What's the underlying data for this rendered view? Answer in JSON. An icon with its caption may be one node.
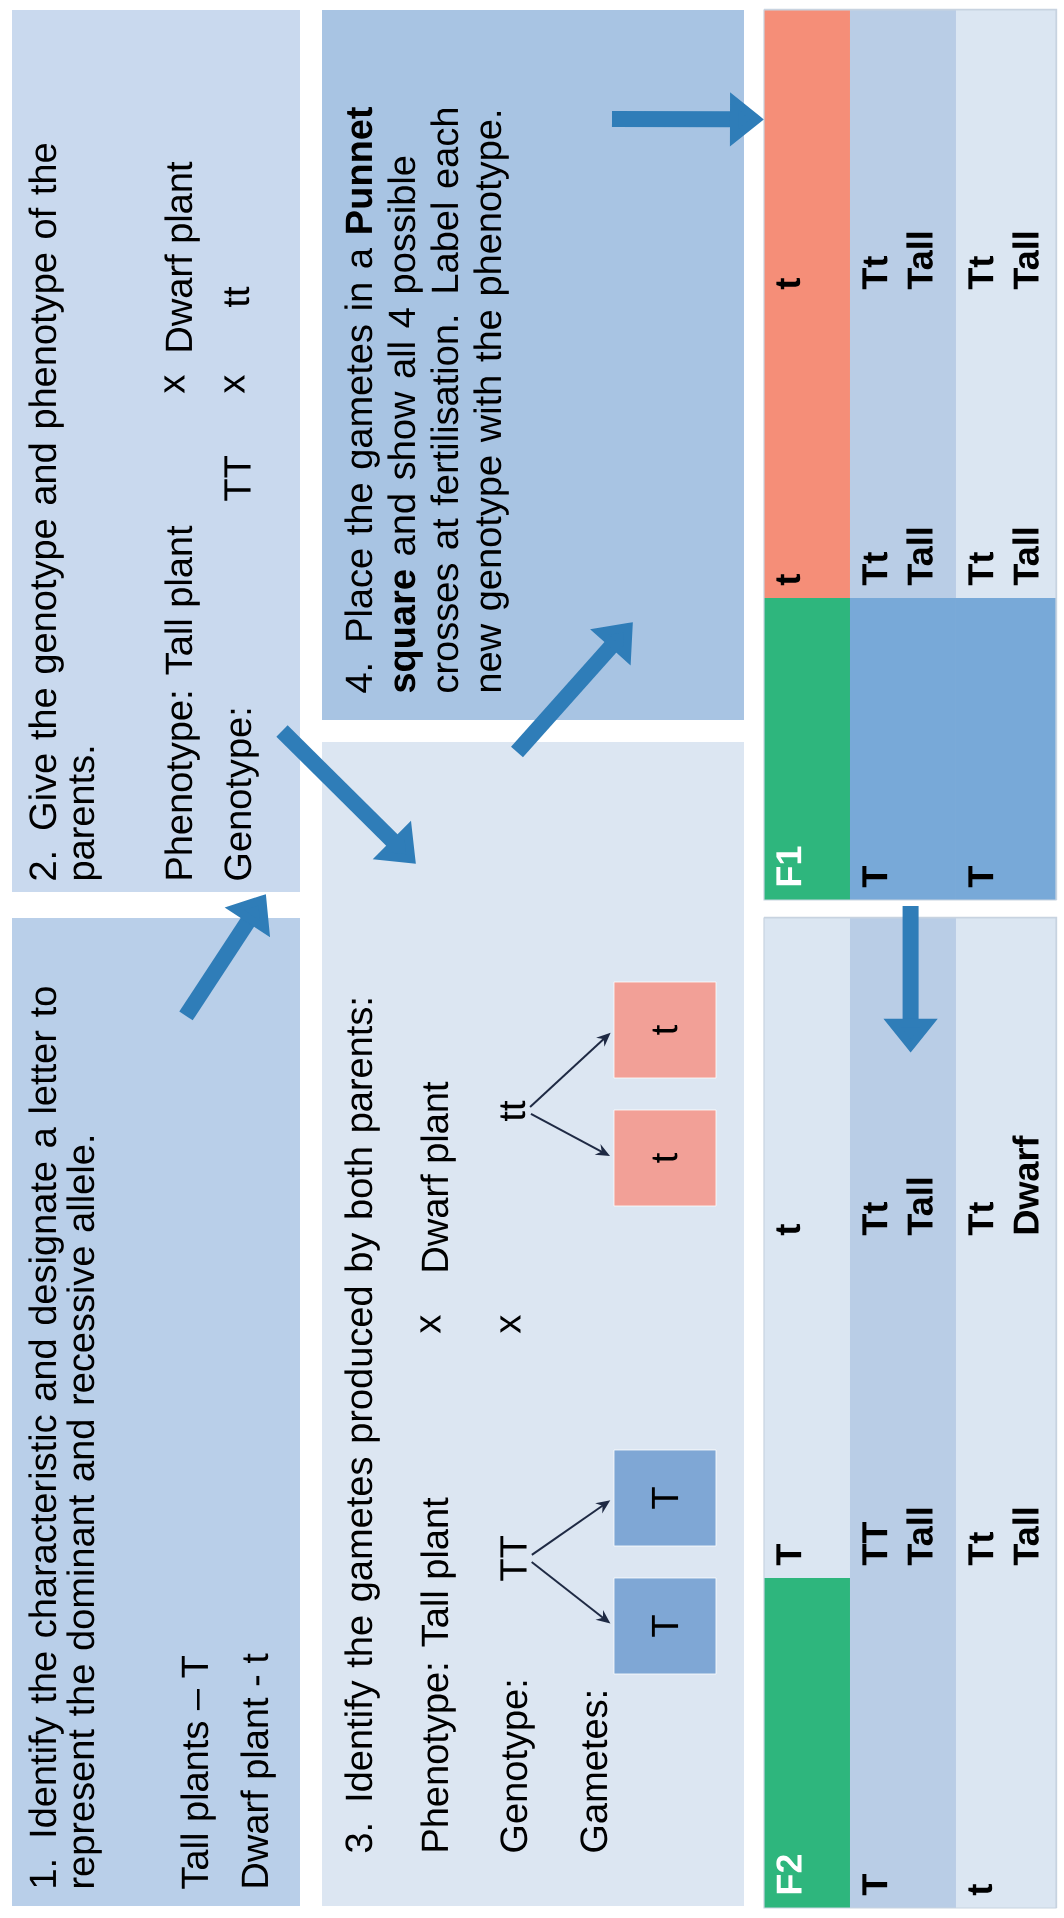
{
  "diagram": {
    "nodes": [
      {
        "text": [
          "1. Identify the characteristic and designate a letter to represent the dominant and recessive allele.",
          "Tall plants – T",
          "Dwarf plant - t"
        ]
      },
      {
        "text": [
          "2. Give the genotype and phenotype of the parents.",
          "Phenotype: Tall plant",
          "x",
          "Dwarf plant",
          "Genotype:",
          "TT",
          "x",
          "tt"
        ]
      },
      {
        "text": [
          "3. Identify the gametes produced by both parents:",
          "Phenotype: Tall plant",
          "x",
          "Dwarf plant",
          "Genotype:",
          "x",
          "Gametes:"
        ]
      },
      {
        "text": [
          "TT"
        ],
        "in": 2
      },
      {
        "text": [
          "tt"
        ],
        "in": 2
      },
      {
        "text": [
          "T"
        ],
        "in": 2
      },
      {
        "text": [
          "T"
        ],
        "in": 2
      },
      {
        "text": [
          "t"
        ],
        "in": 2
      },
      {
        "text": [
          "t"
        ],
        "in": 2
      },
      {
        "text": [
          "4. Place the gametes in a **Punnet square** and show all 4 possible crosses at fertilisation. Label each new genotype with the phenotype."
        ]
      },
      {
        "text": [
          "F1",
          "t",
          "t",
          "T",
          "Tt",
          "Tall",
          "Tt",
          "Tall",
          "T",
          "Tt",
          "Tall",
          "Tt",
          "Tall"
        ]
      },
      {
        "text": [
          "F2",
          "T",
          "t",
          "T",
          "TT",
          "Tall",
          "Tt",
          "Tall",
          "t",
          "Tt",
          "Tall",
          "Tt",
          "Dwarf"
        ]
      }
    ],
    "edges": [
      {
        "from": 0,
        "to": 1,
        "arrow": "to"
      },
      {
        "from": 1,
        "to": 2,
        "arrow": "to"
      },
      {
        "from": 3,
        "to": 5,
        "arrow": "to",
        "color": "#1f2a44"
      },
      {
        "from": 3,
        "to": 6,
        "arrow": "to",
        "color": "#1f2a44"
      },
      {
        "from": 4,
        "to": 7,
        "arrow": "to",
        "color": "#1f2a44"
      },
      {
        "from": 4,
        "to": 8,
        "arrow": "to",
        "color": "#1f2a44"
      },
      {
        "from": 2,
        "to": 9,
        "arrow": "to"
      },
      {
        "from": 9,
        "to": 10,
        "arrow": "to"
      },
      {
        "from": 10,
        "to": 11,
        "arrow": "to"
      }
    ]
  }
}
